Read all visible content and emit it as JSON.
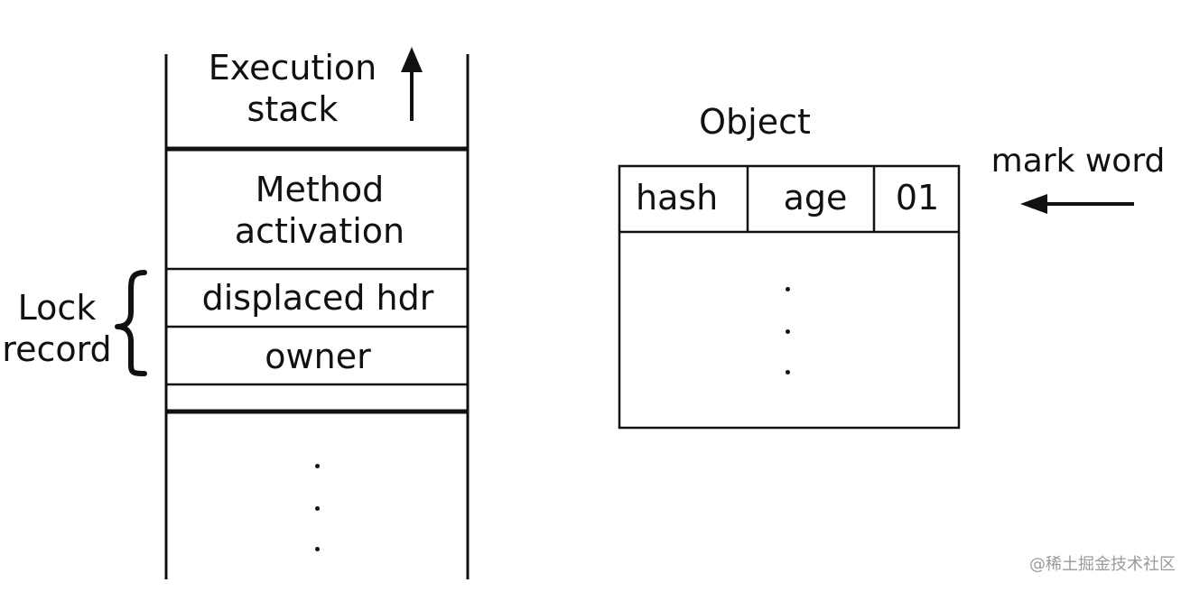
{
  "stack": {
    "execution_label_line1": "Execution",
    "execution_label_line2": "stack",
    "method_label_line1": "Method",
    "method_label_line2": "activation",
    "displaced_hdr_label": "displaced hdr",
    "owner_label": "owner"
  },
  "lock_record": {
    "label_line1": "Lock",
    "label_line2": "record"
  },
  "object": {
    "title": "Object",
    "fields": [
      "hash",
      "age",
      "01"
    ],
    "mark_word_label": "mark word"
  },
  "watermark": {
    "text": "@稀土掘金技术社区"
  }
}
